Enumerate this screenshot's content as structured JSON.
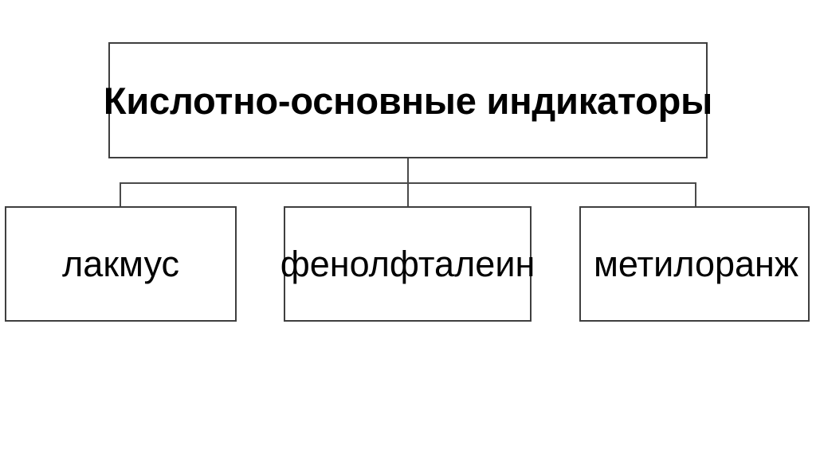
{
  "diagram": {
    "title": "Кислотно-основные индикаторы",
    "type": "hierarchy-tree",
    "background_color": "#ffffff",
    "line_color": "#4a4a4a",
    "border_color": "#3f3f3f",
    "text_color": "#000000",
    "root": {
      "label": "Кислотно-основные индикаторы",
      "bold": true
    },
    "children": [
      {
        "label": "лакмус"
      },
      {
        "label": "фенолфталеин"
      },
      {
        "label": "метилоранж"
      }
    ]
  }
}
